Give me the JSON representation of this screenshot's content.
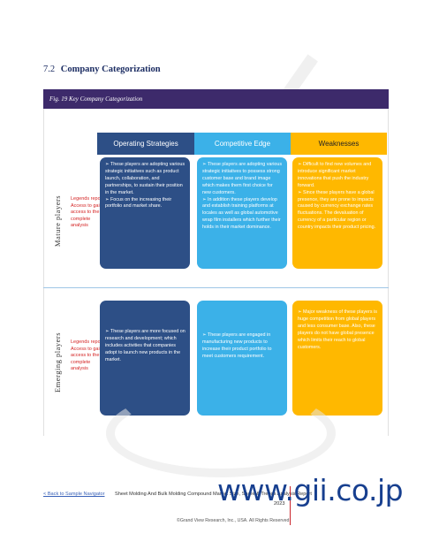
{
  "section": {
    "number": "7.2",
    "title": "Company Categorization"
  },
  "figure": {
    "caption": "Fig. 19 Key Company Categorization"
  },
  "columns": {
    "operating_strategies": "Operating Strategies",
    "competitive_edge": "Competitive Edge",
    "weaknesses": "Weaknesses"
  },
  "rows": {
    "mature": {
      "label": "Mature players",
      "note": "Legends report Access to gain access to the complete analysis",
      "operating": "➢ These players are adopting various strategic initiatives such as product launch, collaboration, and partnerships, to sustain their position in the market.\n➢ Focus on the increasing their portfolio and market share.",
      "competitive": "➢ These players are adopting various strategic initiatives to possess strong customer base and brand image which makes them first choice for new customers.\n➢ In addition these players develop and establish training platforms at locales as well as global automotive wrap film installers which further their holds in their market dominance.",
      "weakness": "➢ Difficult to find new volumes and introduce significant market innovations that push the industry forward.\n➢ Since these players have a global presence, they are prone to impacts caused by currency exchange rates fluctuations. The devaluation of currency of a particular region or country impacts their product pricing."
    },
    "emerging": {
      "label": "Emerging players",
      "note": "Legends report Access to gain access to the complete analysis",
      "operating": "➢ These players are more focused on research and development; which includes activities that companies adopt to launch new products in the market.",
      "competitive": "➢ These players are engaged in manufacturing new products to increase their product portfolio to meet customers requirement.",
      "weakness": "➢ Major weakness of these players is huge competition from global players and less consumer base. Also, these players do not have global presence which limits their reach to global customers."
    }
  },
  "footer": {
    "back_link": "< Back to Sample Navigator",
    "report_title": "Sheet Molding And Bulk Molding Compound Market Size, Share & Trends Analysis Report",
    "page_number": "2023",
    "brand": "www.gii.co.jp",
    "copyright": "©Grand View Research, Inc., USA. All Rights Reserved"
  }
}
